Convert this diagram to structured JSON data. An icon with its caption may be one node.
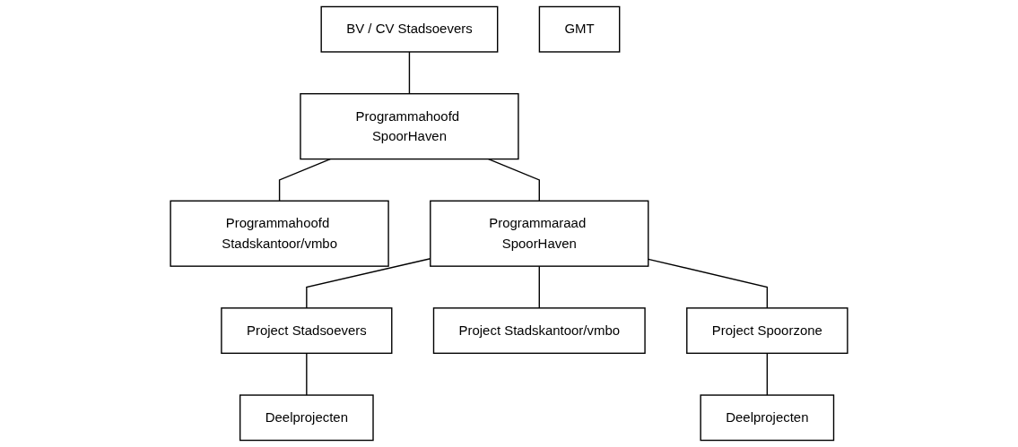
{
  "diagram": {
    "nodes": [
      {
        "text": [
          "BV / CV Stadsoevers"
        ]
      },
      {
        "text": [
          "Programmahoofd SpoorHaven"
        ]
      },
      {
        "text": [
          "Programmahoofd Stadskantoor/vmbo"
        ]
      },
      {
        "text": [
          "Programmaraad SpoorHaven"
        ]
      },
      {
        "text": [
          "GMT"
        ]
      },
      {
        "text": [
          "Project Stadsoevers"
        ]
      },
      {
        "text": [
          "Project Stadskantoor/vmbo"
        ]
      },
      {
        "text": [
          "Project Spoorzone"
        ]
      },
      {
        "text": [
          "Deelprojecten"
        ]
      },
      {
        "text": [
          "Deelprojecten"
        ]
      }
    ],
    "edges": [
      {
        "from": 0,
        "to": 1,
        "arrow": "none"
      },
      {
        "from": 1,
        "to": 2,
        "arrow": "none"
      },
      {
        "from": 1,
        "to": 3,
        "arrow": "none"
      },
      {
        "from": 3,
        "to": 5,
        "arrow": "none"
      },
      {
        "from": 3,
        "to": 6,
        "arrow": "none"
      },
      {
        "from": 3,
        "to": 7,
        "arrow": "none"
      },
      {
        "from": 5,
        "to": 8,
        "arrow": "none"
      },
      {
        "from": 7,
        "to": 9,
        "arrow": "none"
      }
    ]
  }
}
